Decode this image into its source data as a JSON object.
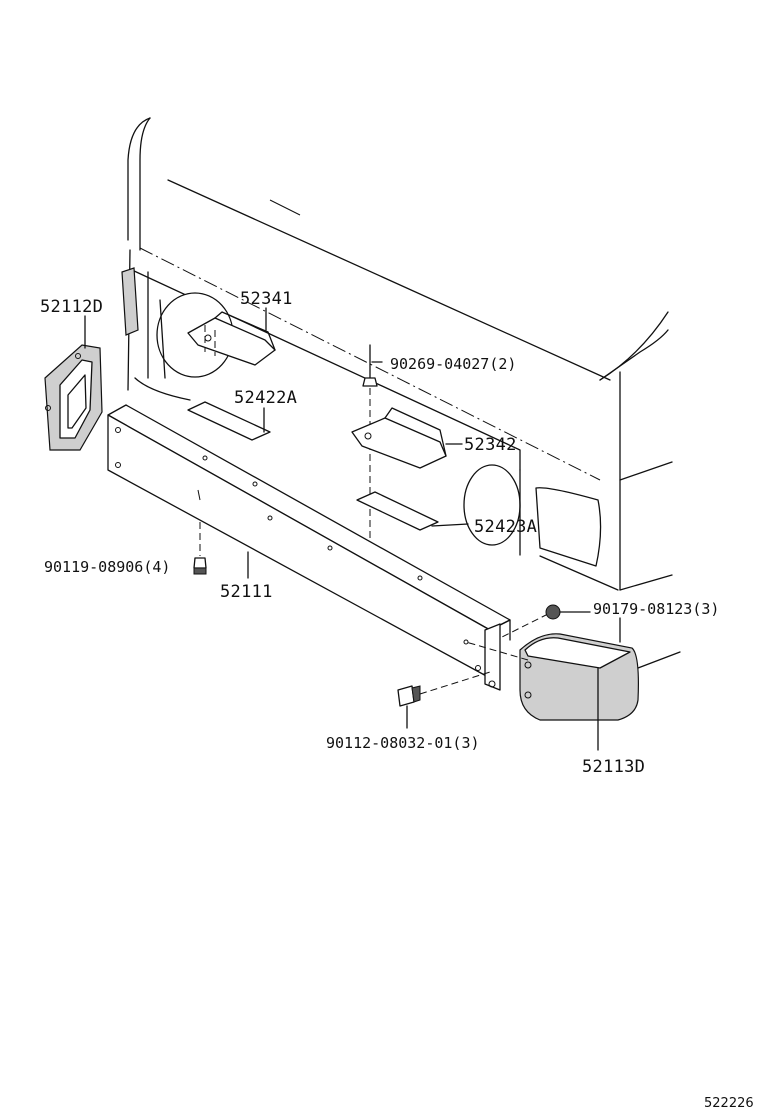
{
  "diagram": {
    "labels": {
      "p52112D": "52112D",
      "p52341": "52341",
      "p90269": "90269-04027(2)",
      "p52422A": "52422A",
      "p52342": "52342",
      "p52423A": "52423A",
      "p90119": "90119-08906(4)",
      "p52111": "52111",
      "p90179": "90179-08123(3)",
      "p90112": "90112-08032-01(3)",
      "p52113D": "52113D"
    },
    "figure_ref": "522226"
  }
}
